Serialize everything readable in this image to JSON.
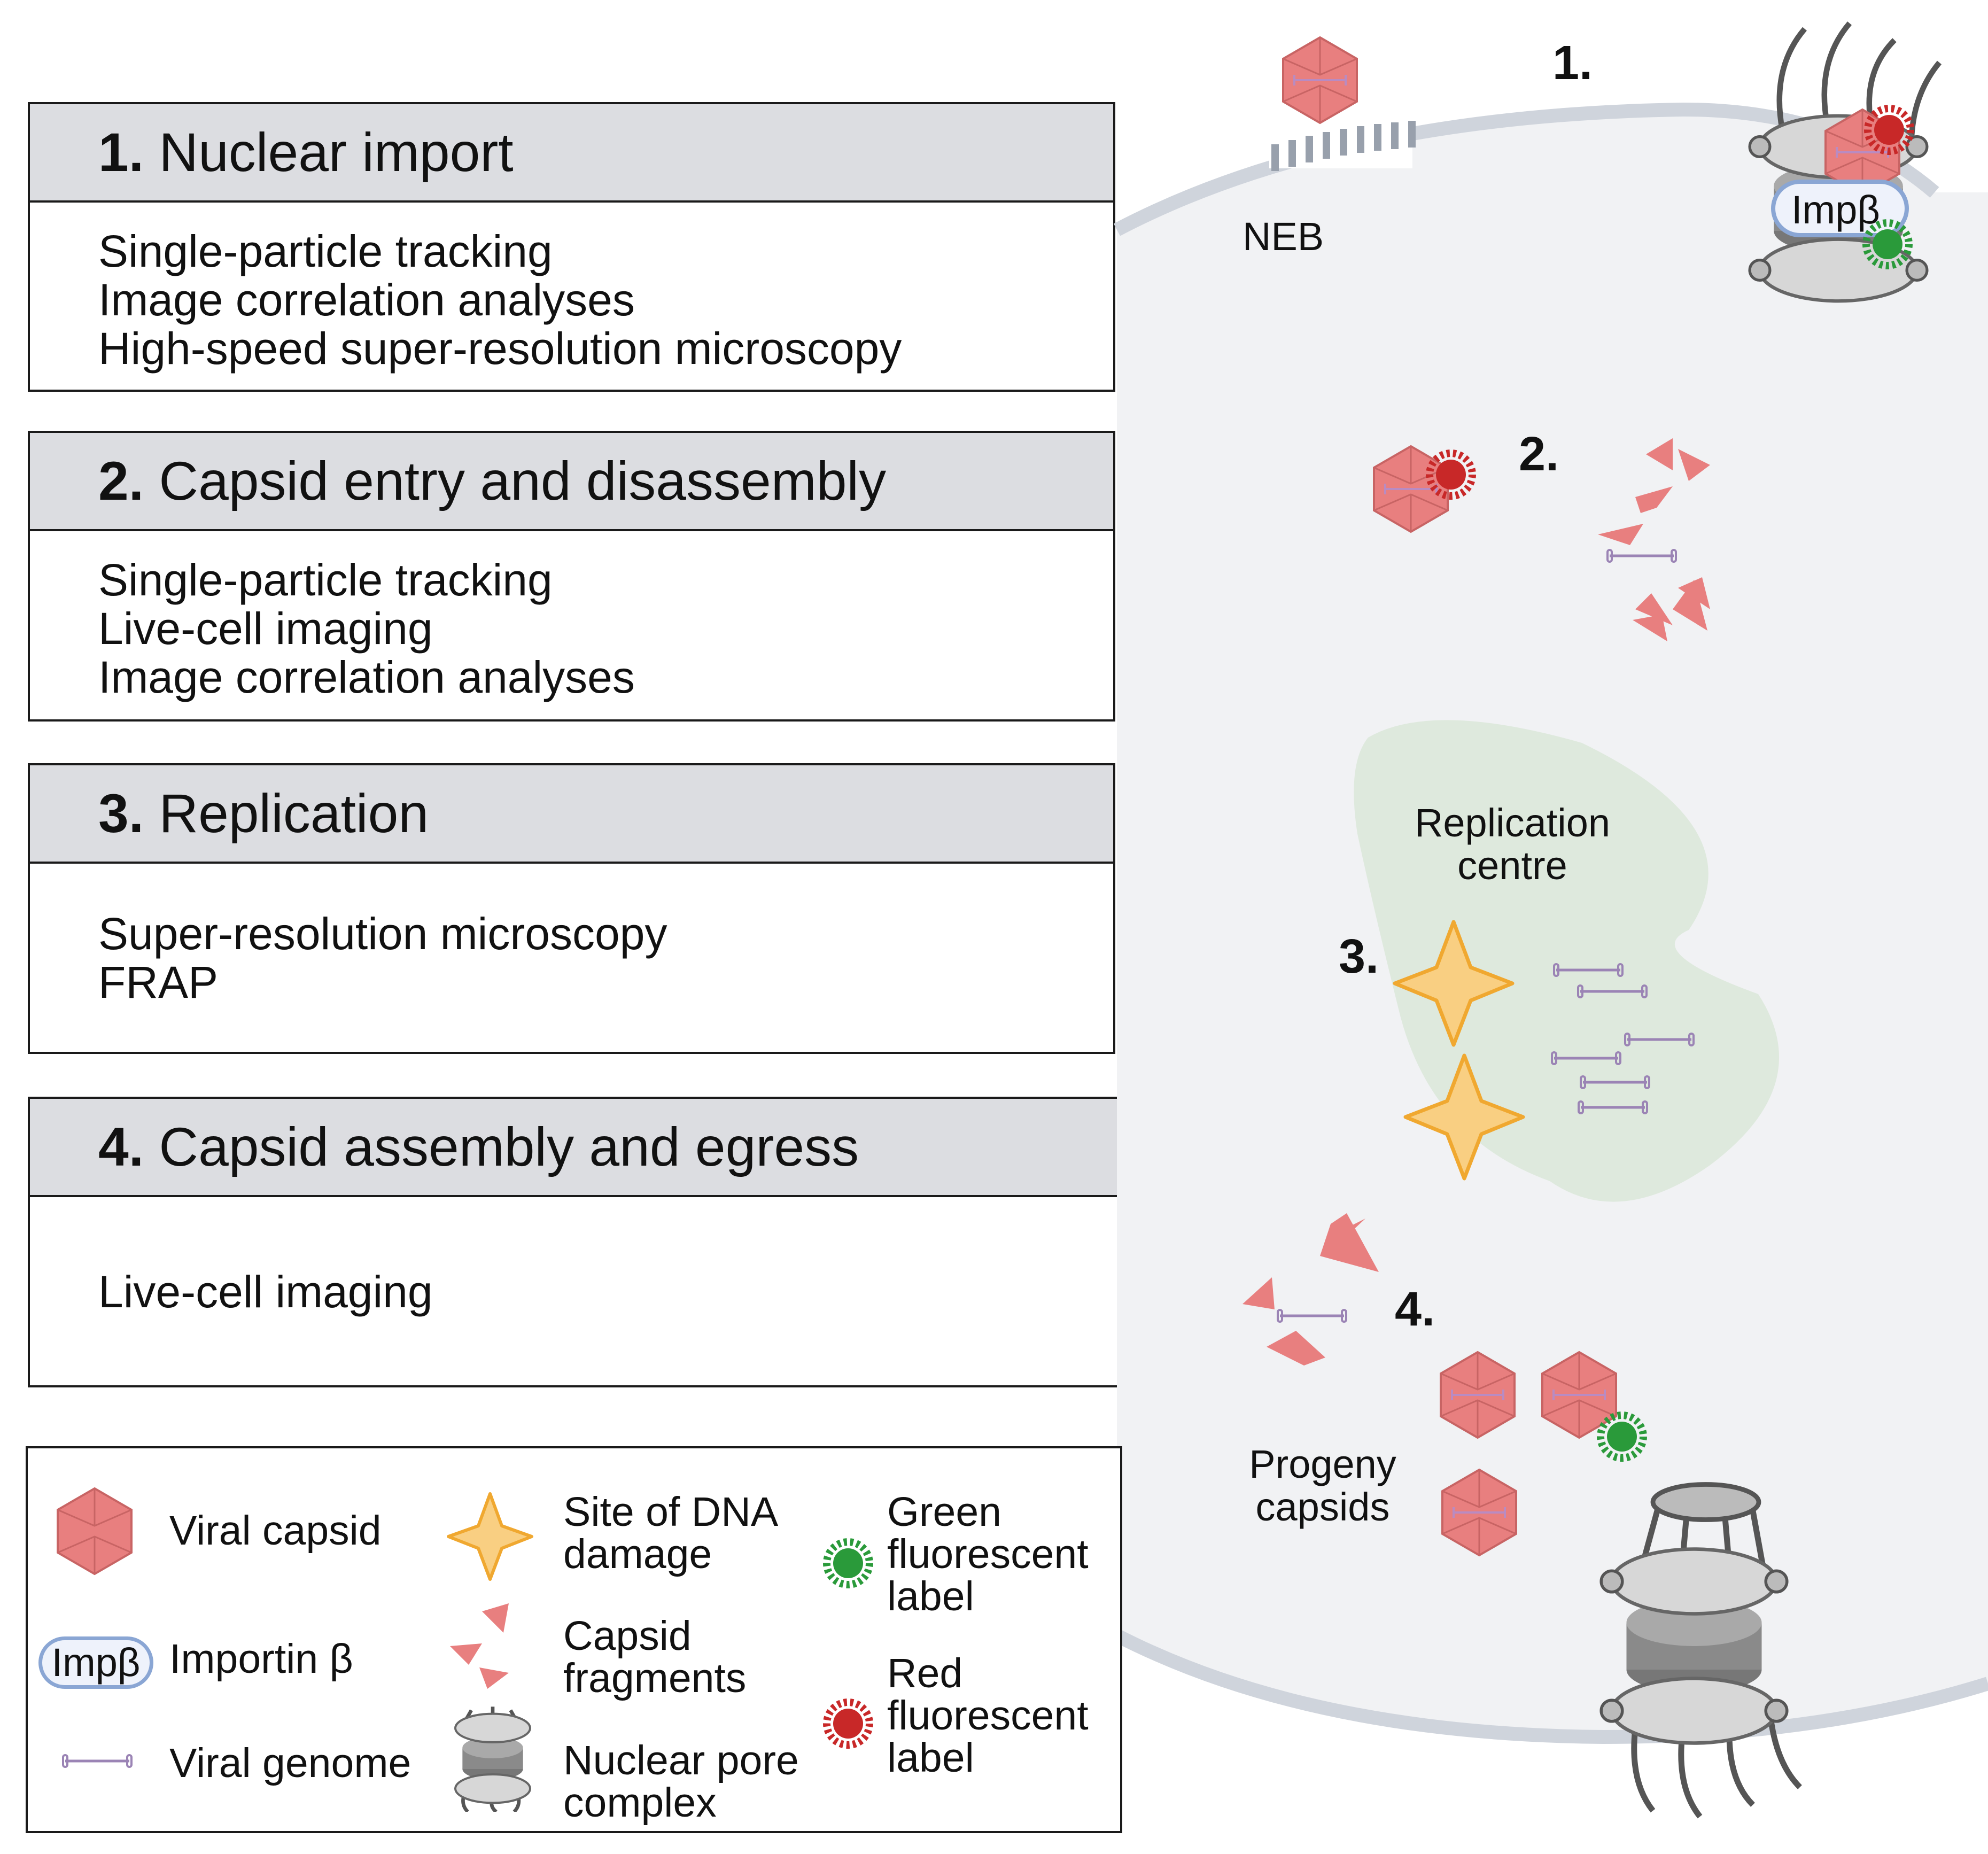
{
  "panels": [
    {
      "num": "1.",
      "title": "Nuclear import",
      "items": [
        "Single-particle tracking",
        "Image correlation analyses",
        "High-speed super-resolution microscopy"
      ]
    },
    {
      "num": "2.",
      "title": "Capsid entry and disassembly",
      "items": [
        "Single-particle tracking",
        "Live-cell imaging",
        "Image correlation analyses"
      ]
    },
    {
      "num": "3.",
      "title": "Replication",
      "items": [
        "Super-resolution microscopy",
        "FRAP"
      ]
    },
    {
      "num": "4.",
      "title": "Capsid assembly and egress",
      "items": [
        "Live-cell imaging"
      ]
    }
  ],
  "legend": {
    "viral_capsid": "Viral capsid",
    "importin_icon_text": "Impβ",
    "importin": "Importin β",
    "viral_genome": "Viral genome",
    "dna_damage": [
      "Site of DNA",
      "damage"
    ],
    "capsid_fragments": [
      "Capsid",
      "fragments"
    ],
    "nuclear_pore": [
      "Nuclear pore",
      "complex"
    ],
    "green_label": [
      "Green",
      "fluorescent",
      "label"
    ],
    "red_label": [
      "Red",
      "fluorescent",
      "label"
    ]
  },
  "diagram": {
    "step1": "1.",
    "step2": "2.",
    "step3": "3.",
    "step4": "4.",
    "neb": "NEB",
    "impb": "Impβ",
    "replication_centre": [
      "Replication",
      "centre"
    ],
    "progeny_capsids": [
      "Progeny",
      "capsids"
    ]
  },
  "colors": {
    "capsid": "#e87f7f",
    "capsid_edge": "#c86464",
    "header_bg": "#dcdde1",
    "nucleus": "#f1f2f4",
    "envelope": "#cfd4dc",
    "replication_centre": "#dbe8d8",
    "star": "#f6b94c",
    "green": "#2a9a3a",
    "red": "#c82828",
    "genome": "#9b84b5",
    "impb_outline": "#8aa6d4"
  }
}
